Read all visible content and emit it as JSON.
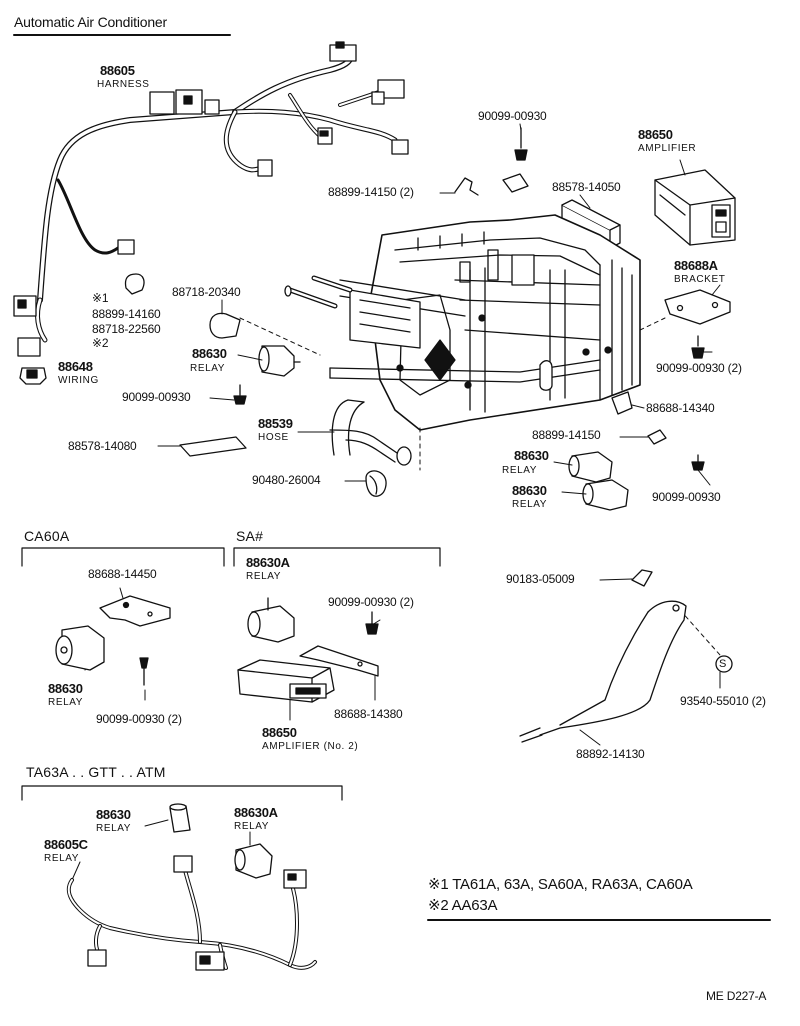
{
  "title": "Automatic Air Conditioner",
  "doc_id": "ME  D227-A",
  "sections": {
    "ca60a": "CA60A",
    "sa": "SA#",
    "ta63a": "TA63A . . GTT . . ATM"
  },
  "parts": {
    "harness_num": "88605",
    "harness_name": "HARNESS",
    "bolt_top": "90099-00930",
    "amplifier_num": "88650",
    "amplifier_name": "AMPLIFIER",
    "clip_top": "88899-14150 (2)",
    "pad_top": "88578-14050",
    "bracket_num": "88688A",
    "bracket_name": "BRACKET",
    "clamp_num": "88718-20340",
    "clamp_a": "88899-14160",
    "clamp_b": "88718-22560",
    "mark1": "※1",
    "mark2": "※2",
    "relay1_num": "88630",
    "relay1_name": "RELAY",
    "wiring_num": "88648",
    "wiring_name": "WIRING",
    "bolt_right": "90099-00930 (2)",
    "bolt_left": "90099-00930",
    "bracket2": "88688-14340",
    "hose_num": "88539",
    "hose_name": "HOSE",
    "pad_left": "88578-14080",
    "clip_right": "88899-14150",
    "relay2_num": "88630",
    "relay2_name": "RELAY",
    "relay3_num": "88630",
    "relay3_name": "RELAY",
    "grommet": "90480-26004",
    "bolt_right2": "90099-00930",
    "ca_bracket": "88688-14450",
    "ca_relay_num": "88630",
    "ca_relay_name": "RELAY",
    "ca_bolt": "90099-00930 (2)",
    "sa_relay_num": "88630A",
    "sa_relay_name": "RELAY",
    "sa_bolt": "90099-00930 (2)",
    "sa_amp_num": "88650",
    "sa_amp_name": "AMPLIFIER (No. 2)",
    "sa_bracket": "88688-14380",
    "nut": "90183-05009",
    "screw": "93540-55010 (2)",
    "screw_mark": "S",
    "cover": "88892-14130",
    "ta_relay_num": "88630",
    "ta_relay_name": "RELAY",
    "ta_relay2_num": "88630A",
    "ta_relay2_name": "RELAY",
    "ta_harness_num": "88605C",
    "ta_harness_name": "RELAY"
  },
  "notes": {
    "note1": "※1 TA61A, 63A, SA60A, RA63A, CA60A",
    "note2": "※2 AA63A"
  }
}
